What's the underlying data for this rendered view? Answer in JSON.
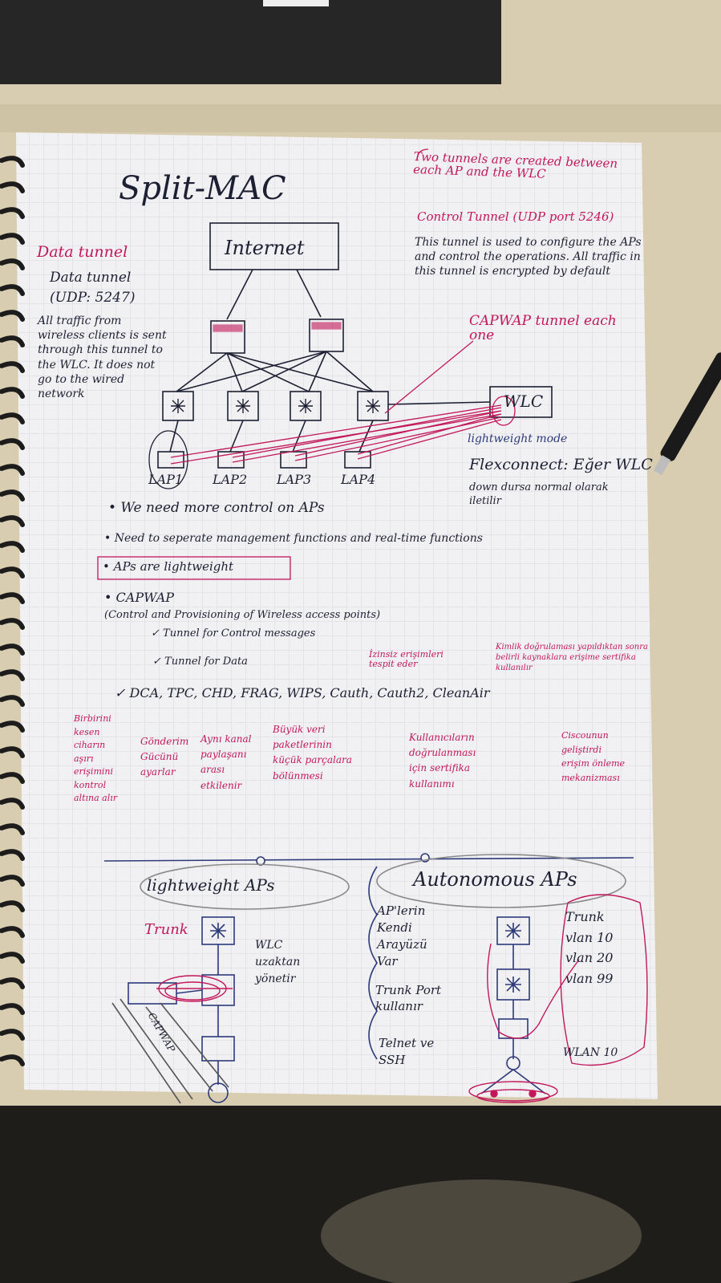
{
  "page": {
    "title": "Split-MAC",
    "internet": "Internet",
    "wlc": "WLC",
    "aps": [
      "LAP1",
      "LAP2",
      "LAP3",
      "LAP4"
    ]
  },
  "notes": {
    "top_right": "Two tunnels are created between each AP and the WLC",
    "control_tunnel": "Control Tunnel (UDP port 5246)",
    "control_desc": "This tunnel is used to configure the APs and control the operations. All traffic in this tunnel is encrypted by default",
    "capwap_tunnel": "CAPWAP tunnel each one",
    "data_tunnel": "Data tunnel",
    "data_tunnel_sub": "Data tunnel",
    "data_udp": "(UDP: 5247)",
    "data_desc": "All traffic from wireless clients is sent through this tunnel to the WLC. It does not go to the wired network",
    "lightweight_mode": "lightweight mode",
    "flexconnect": "Flexconnect: Eğer WLC",
    "flex_desc": "down dursa normal olarak iletilir"
  },
  "bullets": [
    "• We need more control on APs",
    "• Need to seperate management functions and real-time functions",
    "• APs are lightweight",
    "• CAPWAP",
    "(Control and Provisioning of Wireless access points)",
    "✓ Tunnel for Control messages",
    "✓ Tunnel for Data"
  ],
  "functions": {
    "list": "✓ DCA, TPC, CHD, FRAG, WIPS, Cauth, Cauth2, CleanAir",
    "wips_note": "İzinsiz erişimleri tespit eder",
    "cauth2_note": "Kimlik doğrulaması yapıldıktan sonra belirli kaynaklara erişime sertifika kullanılır",
    "dca_note": "Birbirini kesen ciharın aşırı erişimini kontrol altına alır",
    "tpc_note": "Gönderim Gücünü ayarlar",
    "chd_note": "Aynı kanal paylaşanı arası etkilenir",
    "frag_note": "Büyük veri paketlerinin küçük parçalara bölünmesi",
    "cauth_note": "Kullanıcıların doğrulanması için sertifika kullanımı",
    "cleanair_note": "Ciscounun geliştirdi erişim önleme mekanizması"
  },
  "bottom": {
    "lightweight_aps": "lightweight APs",
    "autonomous_aps": "Autonomous APs",
    "trunk": "Trunk",
    "wlc_note": "WLC uzaktan yönetir",
    "capwap": "CAPWAP",
    "ap_gui": "AP'lerin Kendi Arayüzü Var",
    "trunk_port": "Trunk Port kullanır",
    "telnet": "Telnet ve SSH",
    "trunk_vlans": "Trunk\nvlan 10\nvlan 20\nvlan 99",
    "wlan": "WLAN 10"
  },
  "colors": {
    "paper": "#f1f0f2",
    "grid": "#c9ccd6",
    "ink_blue": "#1d2033",
    "ink_red": "#c2185b",
    "desk": "#d9cdb1"
  }
}
